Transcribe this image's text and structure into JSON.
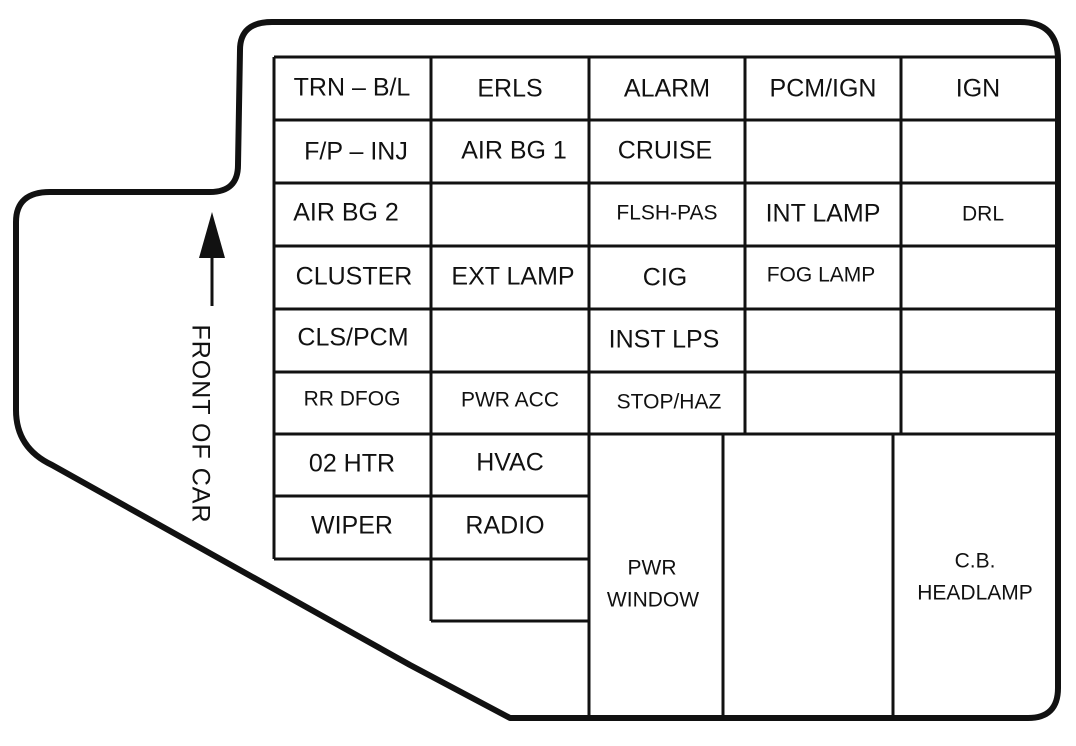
{
  "colors": {
    "line": "#111111",
    "background": "#ffffff"
  },
  "arrow": {
    "label": "FRONT OF CAR"
  },
  "fuses": {
    "r1c1": "TRN – B/L",
    "r1c2": "ERLS",
    "r1c3": "ALARM",
    "r1c4": "PCM/IGN",
    "r1c5": "IGN",
    "r2c1": "F/P – INJ",
    "r2c2": "AIR BG 1",
    "r2c3": "CRUISE",
    "r3c1": "AIR BG 2",
    "r3c3": "FLSH-PAS",
    "r3c4": "INT LAMP",
    "r3c5": "DRL",
    "r4c1": "CLUSTER",
    "r4c2": "EXT LAMP",
    "r4c3": "CIG",
    "r4c4": "FOG LAMP",
    "r5c1": "CLS/PCM",
    "r5c3": "INST LPS",
    "r6c1": "RR DFOG",
    "r6c2": "PWR ACC",
    "r6c3": "STOP/HAZ",
    "r7c1": "02 HTR",
    "r7c2": "HVAC",
    "r8c1": "WIPER",
    "r8c2": "RADIO",
    "pwr_window_line1": "PWR",
    "pwr_window_line2": "WINDOW",
    "cb_headlamp_line1": "C.B.",
    "cb_headlamp_line2": "HEADLAMP"
  }
}
